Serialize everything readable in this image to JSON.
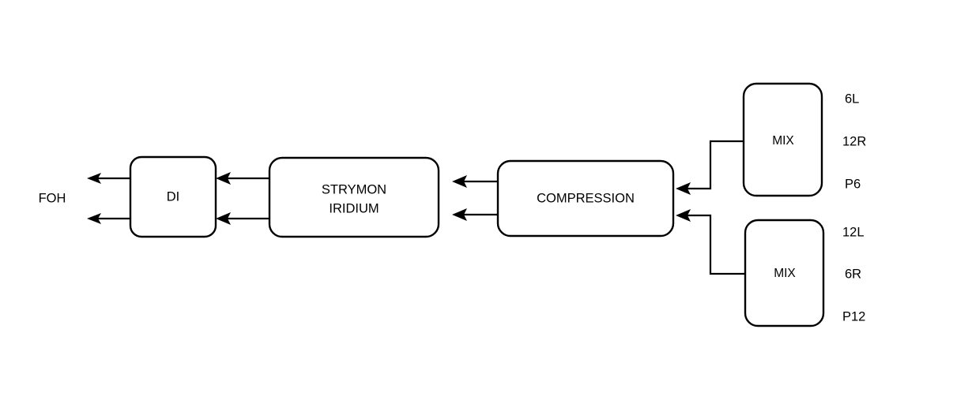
{
  "diagram": {
    "type": "signal-flow-block-diagram",
    "background_color": "#ffffff",
    "stroke_color": "#000000",
    "nodes": [
      {
        "id": "di",
        "label": "DI",
        "label_line1": "DI",
        "label_line2": ""
      },
      {
        "id": "strymon",
        "label": "STRYMON IRIDIUM",
        "label_line1": "STRYMON",
        "label_line2": "IRIDIUM"
      },
      {
        "id": "compression",
        "label": "COMPRESSION",
        "label_line1": "COMPRESSION",
        "label_line2": ""
      },
      {
        "id": "mix-top",
        "label": "MIX",
        "label_line1": "MIX",
        "label_line2": ""
      },
      {
        "id": "mix-bottom",
        "label": "MIX",
        "label_line1": "MIX",
        "label_line2": ""
      }
    ],
    "output_label": "FOH",
    "source_labels_top": [
      "6L",
      "12R",
      "P6"
    ],
    "source_labels_bottom": [
      "12L",
      "6R",
      "P12"
    ],
    "flow_direction": "right-to-left",
    "channel_count": 2
  }
}
